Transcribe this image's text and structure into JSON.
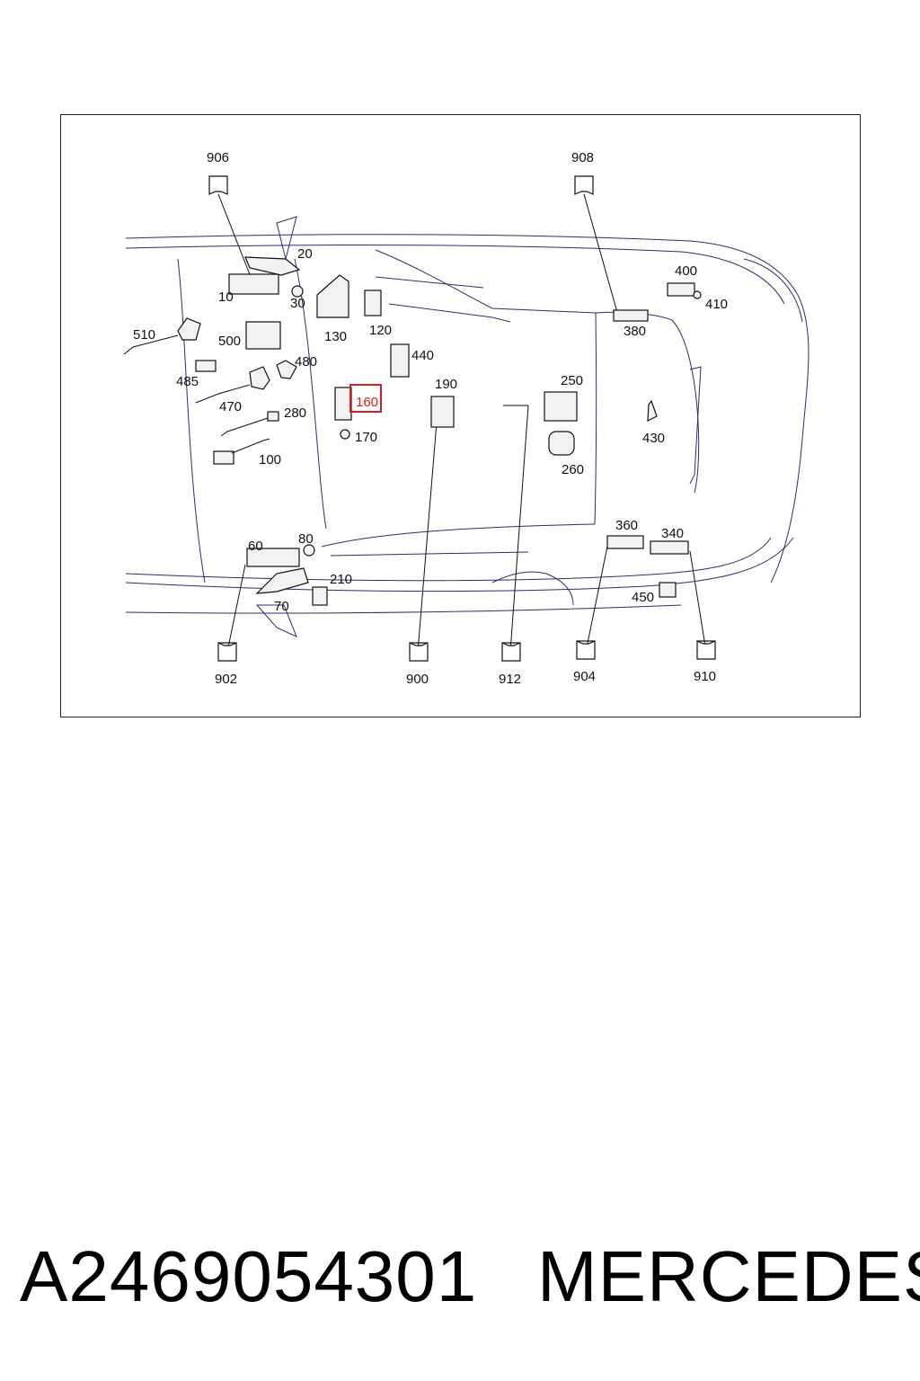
{
  "diagram": {
    "highlight_color": "#d42020",
    "outline_color": "#2a2f6e",
    "highlighted_part": "160",
    "labels": {
      "p906": "906",
      "p908": "908",
      "p20": "20",
      "p10": "10",
      "p30": "30",
      "p130": "130",
      "p120": "120",
      "p400": "400",
      "p410": "410",
      "p380": "380",
      "p510": "510",
      "p500": "500",
      "p485": "485",
      "p480": "480",
      "p470": "470",
      "p440": "440",
      "p160": "160",
      "p280": "280",
      "p170": "170",
      "p190": "190",
      "p250": "250",
      "p430": "430",
      "p100": "100",
      "p260": "260",
      "p60": "60",
      "p80": "80",
      "p210": "210",
      "p70": "70",
      "p360": "360",
      "p340": "340",
      "p450": "450",
      "p902": "902",
      "p900": "900",
      "p912": "912",
      "p904": "904",
      "p910": "910"
    }
  },
  "footer": {
    "part_number": "A2469054301",
    "brand": "MERCEDES"
  }
}
